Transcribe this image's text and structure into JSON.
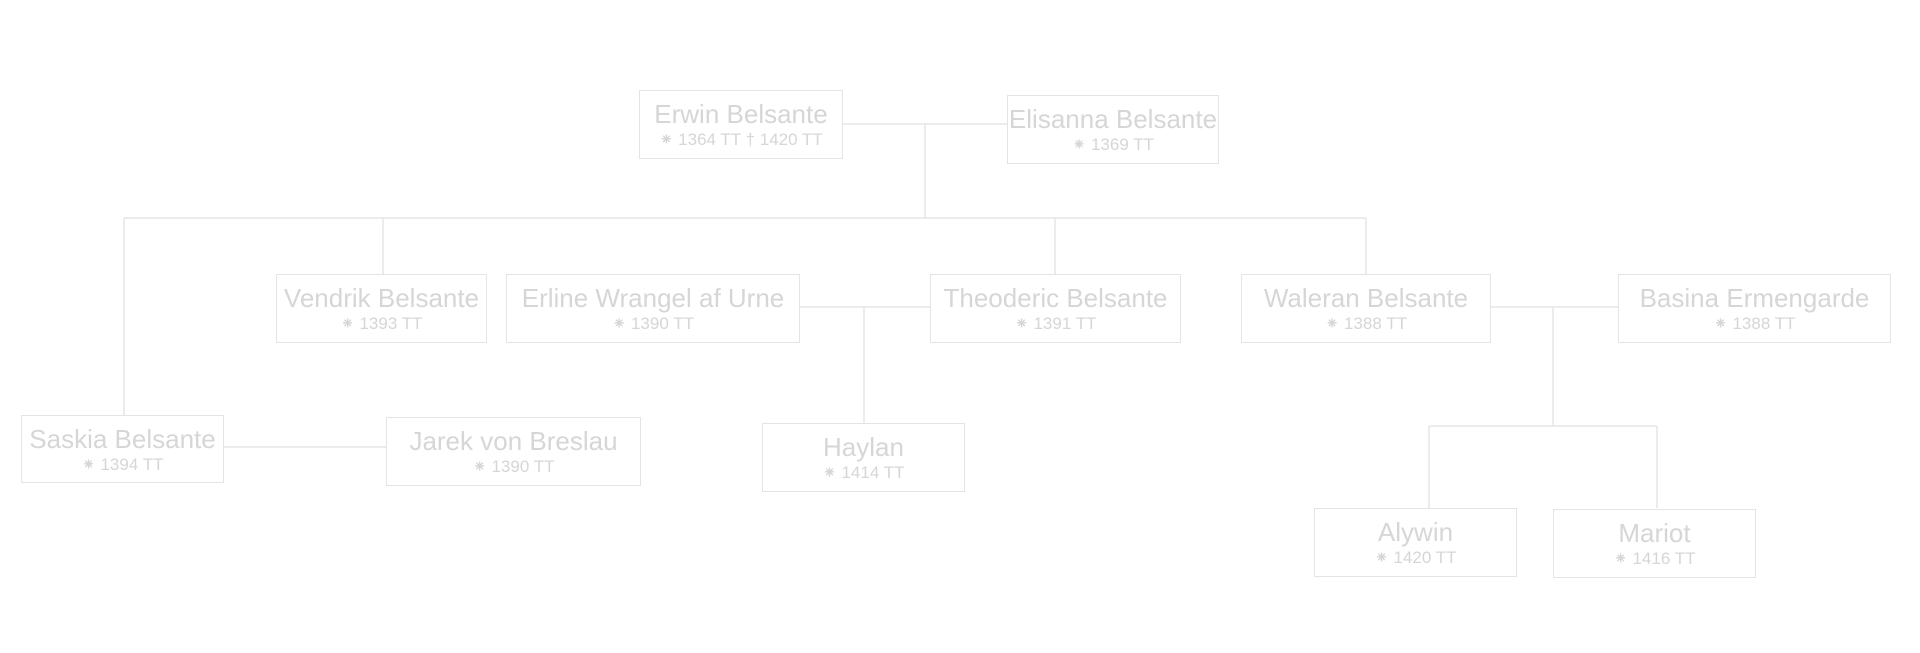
{
  "people": {
    "erwin": {
      "name": "Erwin Belsante",
      "dates": "⁕ 1364 TT † 1420 TT"
    },
    "elisanna": {
      "name": "Elisanna Belsante",
      "dates": "⁕ 1369 TT"
    },
    "vendrik": {
      "name": "Vendrik Belsante",
      "dates": "⁕ 1393 TT"
    },
    "erline": {
      "name": "Erline Wrangel af Urne",
      "dates": "⁕ 1390 TT"
    },
    "theoderic": {
      "name": "Theoderic Belsante",
      "dates": "⁕ 1391 TT"
    },
    "waleran": {
      "name": "Waleran Belsante",
      "dates": "⁕ 1388 TT"
    },
    "basina": {
      "name": "Basina Ermengarde",
      "dates": "⁕ 1388 TT"
    },
    "saskia": {
      "name": "Saskia Belsante",
      "dates": "⁕ 1394 TT"
    },
    "jarek": {
      "name": "Jarek von Breslau",
      "dates": "⁕ 1390 TT"
    },
    "haylan": {
      "name": "Haylan",
      "dates": "⁕ 1414 TT"
    },
    "alywin": {
      "name": "Alywin",
      "dates": "⁕ 1420 TT"
    },
    "mariot": {
      "name": "Mariot",
      "dates": "⁕ 1416 TT"
    }
  }
}
